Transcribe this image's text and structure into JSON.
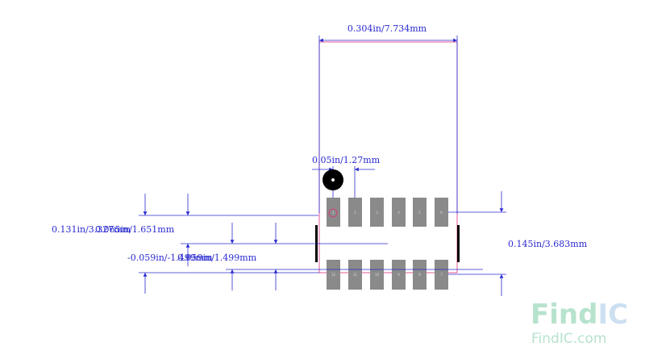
{
  "dimensions": {
    "width_top": "0.304in/7.734mm",
    "pitch": "0.05in/1.27mm",
    "pad_length_left": "0.131in/3.327mm",
    "pad_length_left_overlap": "0.065in/1.651mm",
    "body_height_right": "0.145in/3.683mm",
    "offset_bottom": "-0.059in/-1.499mm",
    "offset_bottom_overlap": "0.059in/1.499mm"
  },
  "pins": {
    "top": [
      "1",
      "2",
      "3",
      "4",
      "5",
      "6"
    ],
    "bottom": [
      "12",
      "11",
      "10",
      "9",
      "8",
      "7"
    ]
  },
  "watermark": {
    "main_prefix": "Find",
    "main_suffix": "IC",
    "sub": "FindIC.com"
  },
  "colors": {
    "dimension": "#2a2ad0",
    "outline": "#e0307a",
    "pad": "#8a8a8a",
    "body_edge": "#000000",
    "pin1_marker": "#000000",
    "watermark_green": "#b7e3cd",
    "watermark_blue": "#cde0f2"
  }
}
